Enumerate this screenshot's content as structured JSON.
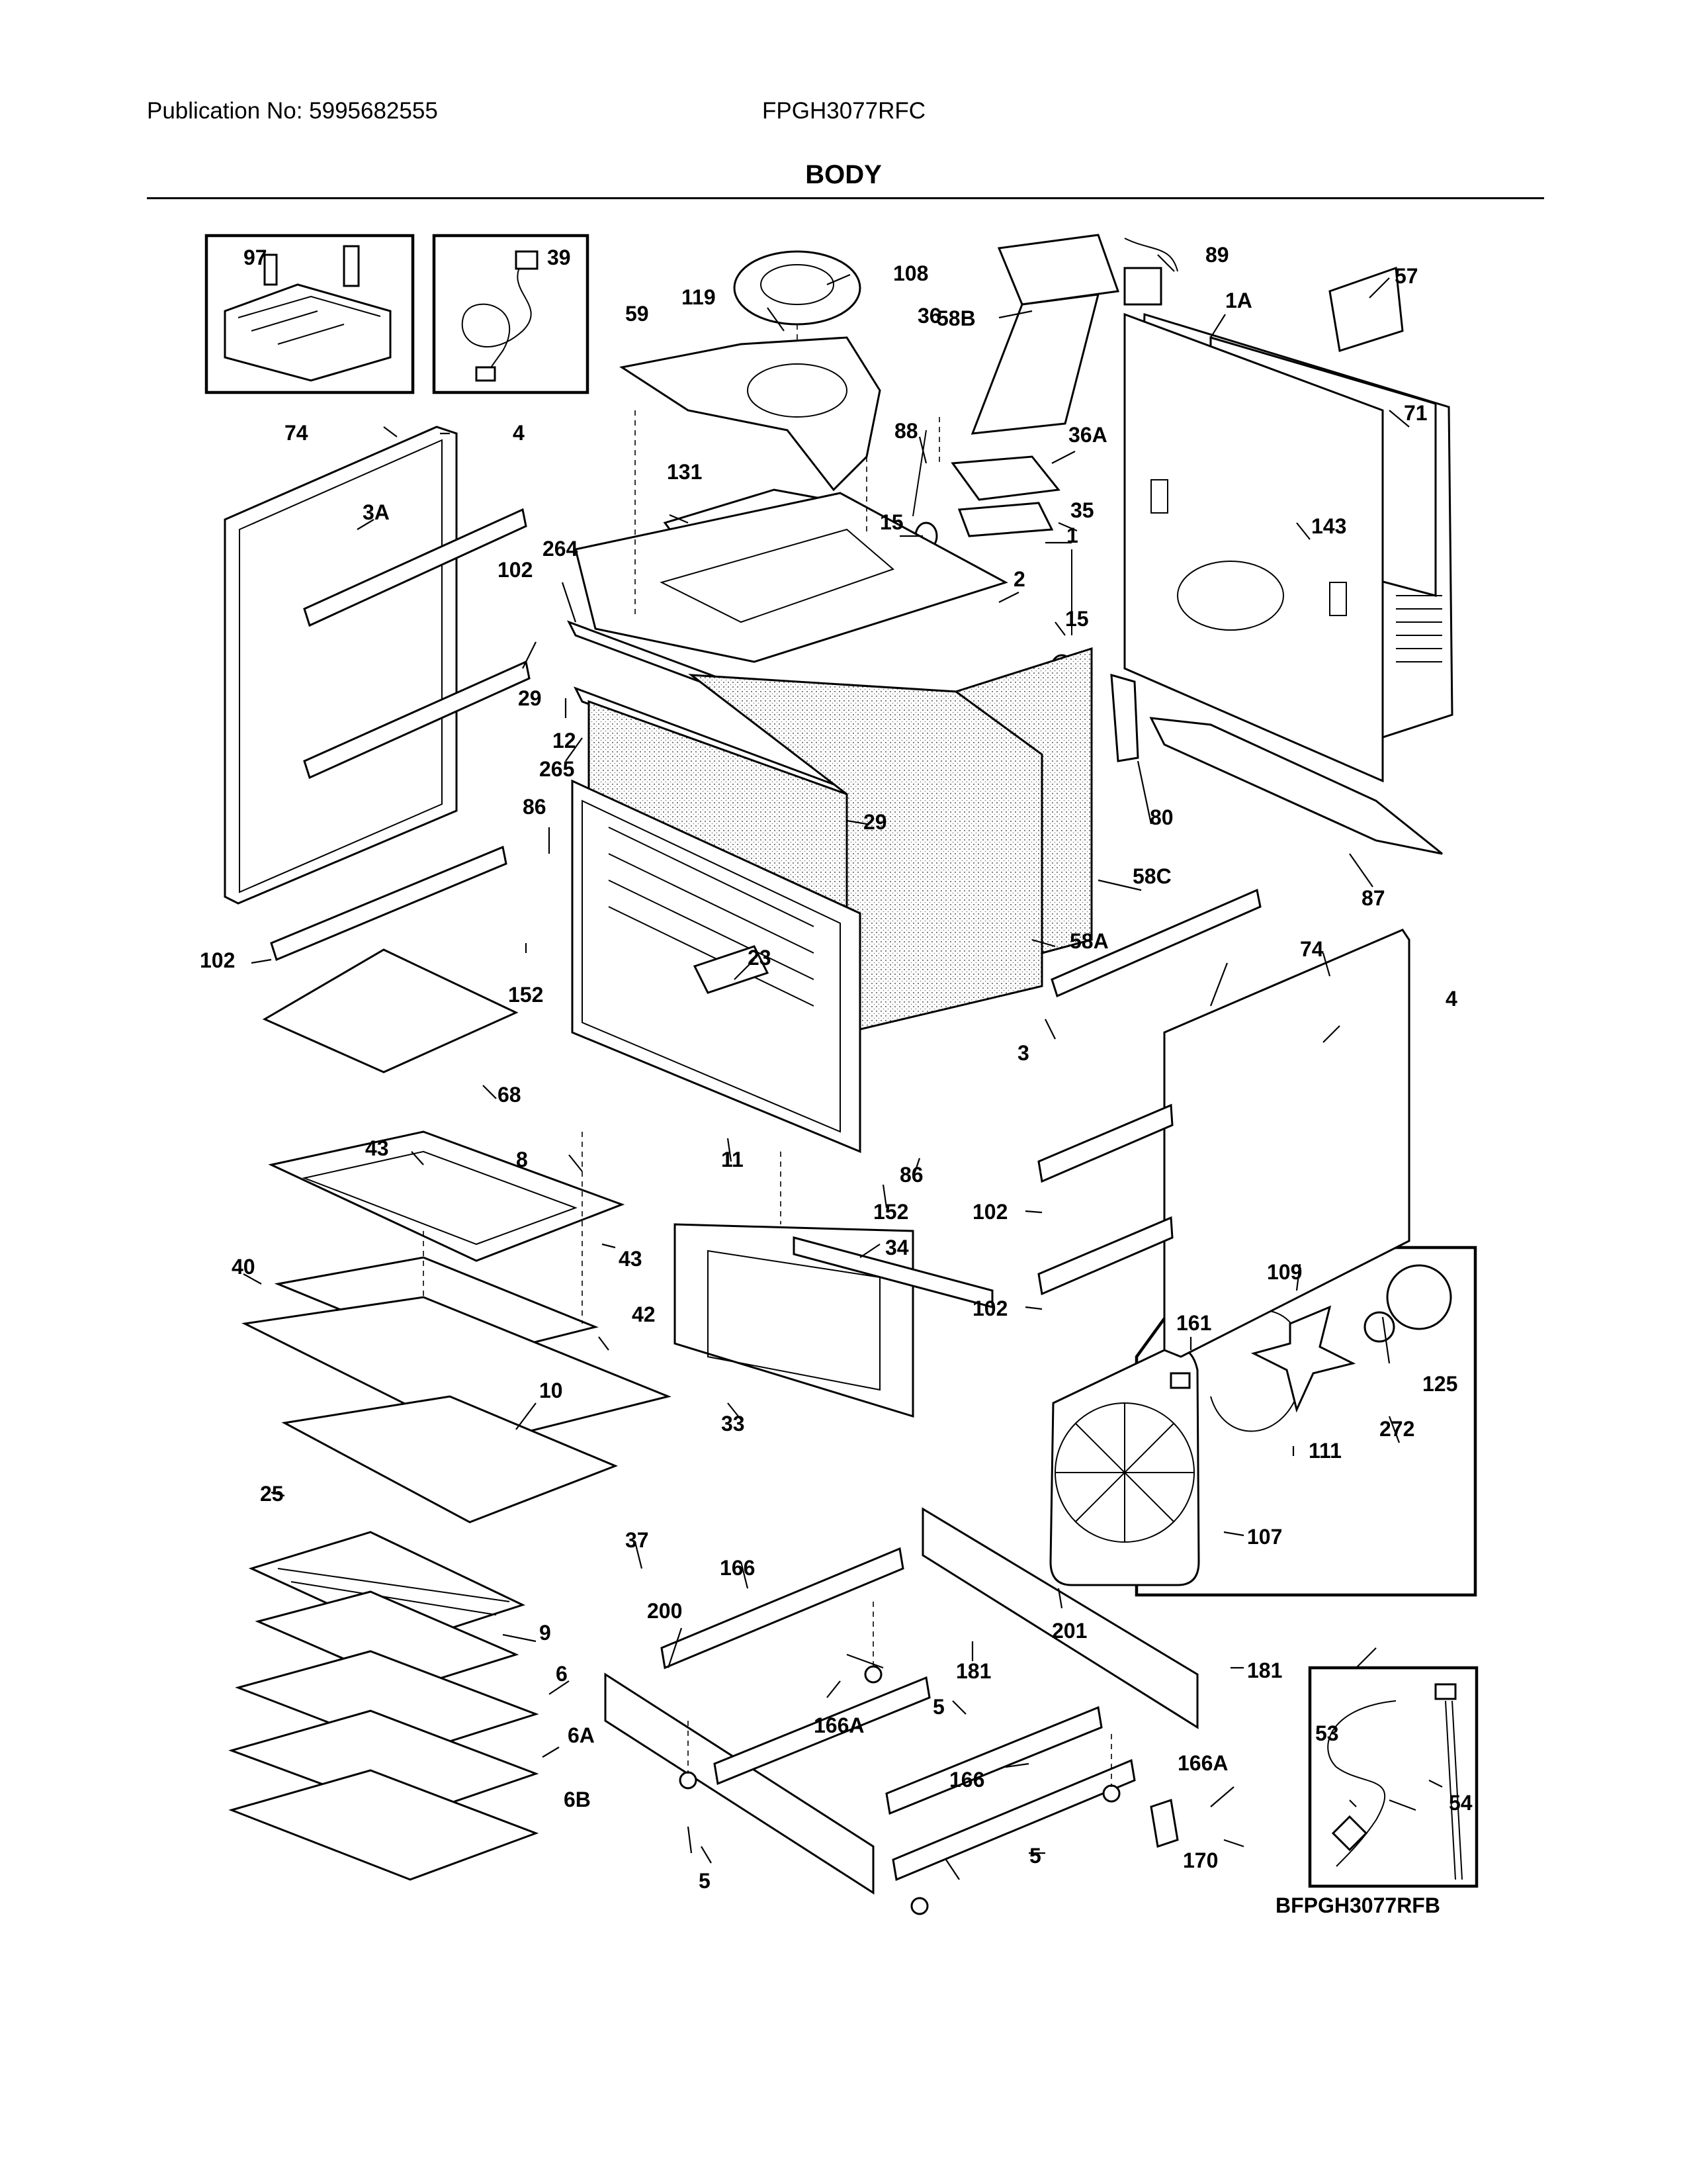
{
  "header": {
    "publication": "Publication No: 5995682555",
    "model": "FPGH3077RFC",
    "title": "BODY"
  },
  "diagram_code": "BFPGH3077RFB",
  "callouts": {
    "c97": "97",
    "c39": "39",
    "c108": "108",
    "c119": "119",
    "c59": "59",
    "c89": "89",
    "c58B": "58B",
    "c36": "36",
    "c1A": "1A",
    "c57": "57",
    "c71": "71",
    "c74a": "74",
    "c4a": "4",
    "c3A": "3A",
    "c88": "88",
    "c36A": "36A",
    "c131": "131",
    "c15a": "15",
    "c35": "35",
    "c143": "143",
    "c1": "1",
    "c102a": "102",
    "c264": "264",
    "c2": "2",
    "c15b": "15",
    "c29a": "29",
    "c12": "12",
    "c265": "265",
    "c29b": "29",
    "c80": "80",
    "c86a": "86",
    "c87": "87",
    "c58C": "58C",
    "c102b": "102",
    "c58A": "58A",
    "c23": "23",
    "c74b": "74",
    "c152a": "152",
    "c4b": "4",
    "c3": "3",
    "c68": "68",
    "c43a": "43",
    "c8": "8",
    "c11": "11",
    "c86b": "86",
    "c152b": "152",
    "c102c": "102",
    "c43b": "43",
    "c40": "40",
    "c42": "42",
    "c34": "34",
    "c109": "109",
    "c102d": "102",
    "c161": "161",
    "c125": "125",
    "c33": "33",
    "c272": "272",
    "c111": "111",
    "c25": "25",
    "c107": "107",
    "c10": "10",
    "c37": "37",
    "c166a": "166",
    "c9": "9",
    "c200": "200",
    "c201": "201",
    "c181a": "181",
    "c181b": "181",
    "c6": "6",
    "c166Aa": "166A",
    "c5a": "5",
    "c53": "53",
    "c6A": "6A",
    "c166b": "166",
    "c166Ab": "166A",
    "c54": "54",
    "c6B": "6B",
    "c5b": "5",
    "c170": "170",
    "c5c": "5"
  }
}
